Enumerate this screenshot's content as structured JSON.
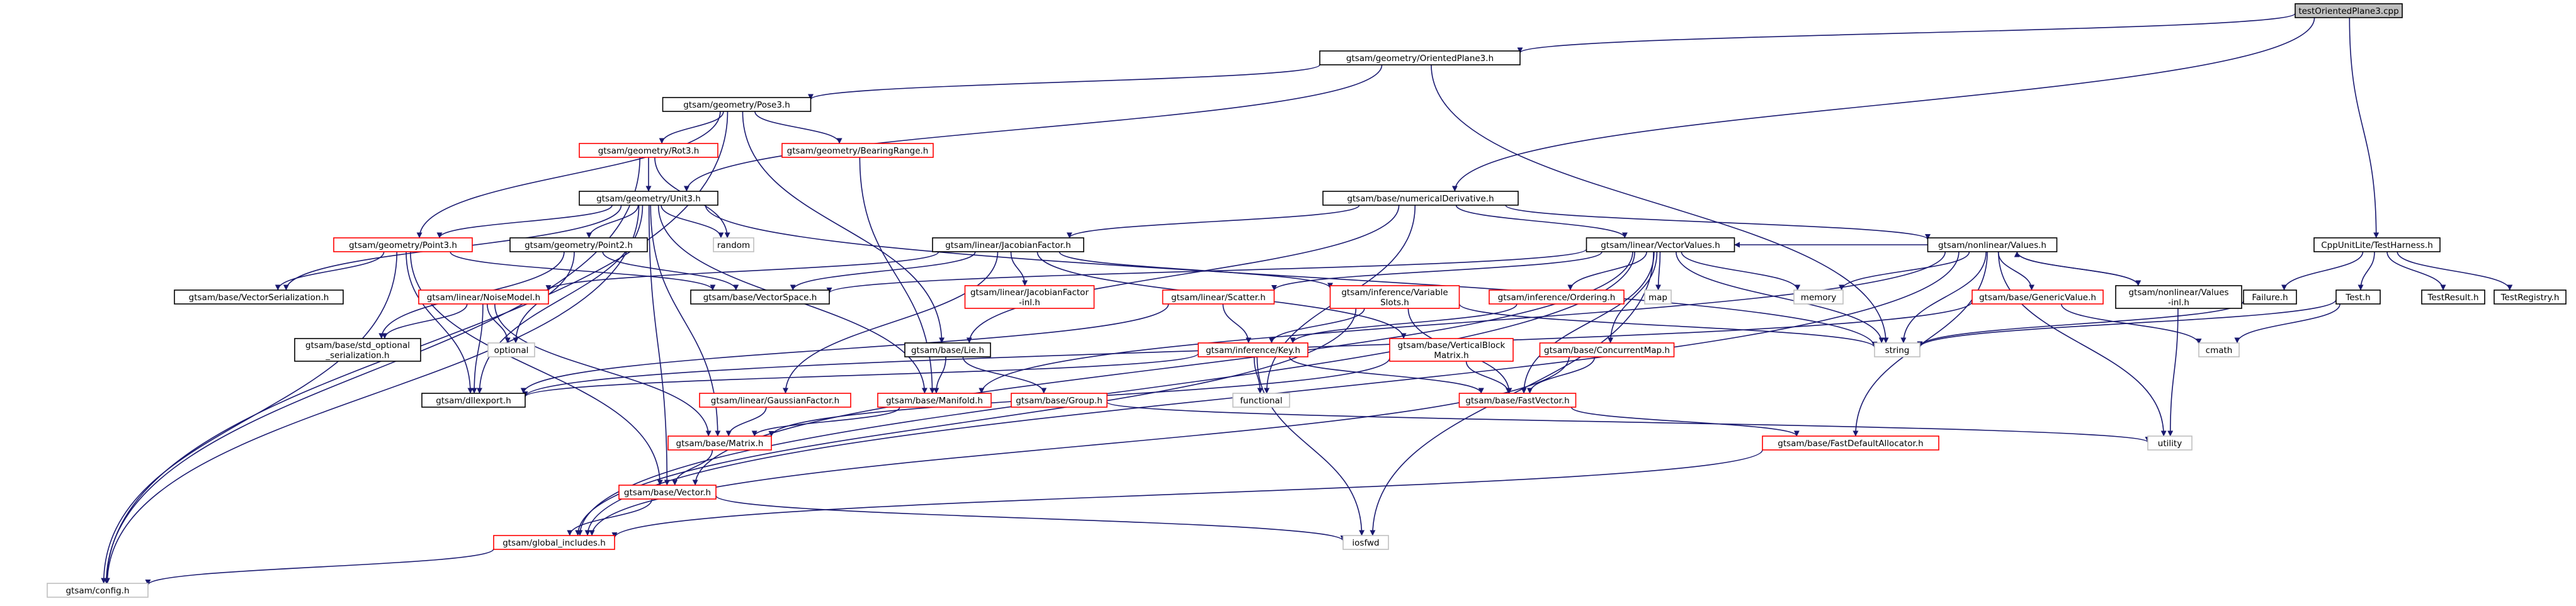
{
  "graph": {
    "root": "testOrientedPlane3.cpp",
    "colors": {
      "edge": "#191970",
      "node_border_documented": "#000000",
      "node_border_undocumented": "#ff0000",
      "node_border_external": "#bfbfbf",
      "root_fill": "#bfbfbf",
      "node_fill": "#ffffff",
      "text": "#000000"
    },
    "nodes": [
      {
        "id": "root",
        "label": "testOrientedPlane3.cpp",
        "kind": "root"
      },
      {
        "id": "orientedplane3",
        "label": "gtsam/geometry/OrientedPlane3.h",
        "kind": "doc"
      },
      {
        "id": "pose3",
        "label": "gtsam/geometry/Pose3.h",
        "kind": "doc"
      },
      {
        "id": "rot3",
        "label": "gtsam/geometry/Rot3.h",
        "kind": "red"
      },
      {
        "id": "bearingrange",
        "label": "gtsam/geometry/BearingRange.h",
        "kind": "red"
      },
      {
        "id": "unit3",
        "label": "gtsam/geometry/Unit3.h",
        "kind": "doc"
      },
      {
        "id": "random",
        "label": "random",
        "kind": "ext"
      },
      {
        "id": "point3",
        "label": "gtsam/geometry/Point3.h",
        "kind": "red"
      },
      {
        "id": "point2",
        "label": "gtsam/geometry/Point2.h",
        "kind": "doc"
      },
      {
        "id": "vectorserialization",
        "label": "gtsam/base/VectorSerialization.h",
        "kind": "doc"
      },
      {
        "id": "vectorspace",
        "label": "gtsam/base/VectorSpace.h",
        "kind": "doc"
      },
      {
        "id": "noisemodel",
        "label": "gtsam/linear/NoiseModel.h",
        "kind": "red"
      },
      {
        "id": "optional",
        "label": "optional",
        "kind": "ext"
      },
      {
        "id": "stdoptional",
        "lines": [
          "gtsam/base/std_optional",
          "_serialization.h"
        ],
        "kind": "doc"
      },
      {
        "id": "dllexport",
        "label": "gtsam/dllexport.h",
        "kind": "doc"
      },
      {
        "id": "numericalderivative",
        "label": "gtsam/base/numericalDerivative.h",
        "kind": "doc"
      },
      {
        "id": "jacobianfactor",
        "label": "gtsam/linear/JacobianFactor.h",
        "kind": "doc"
      },
      {
        "id": "jacobianfactorinl",
        "lines": [
          "gtsam/linear/JacobianFactor",
          "-inl.h"
        ],
        "kind": "red"
      },
      {
        "id": "vectorvalues",
        "label": "gtsam/linear/VectorValues.h",
        "kind": "doc"
      },
      {
        "id": "values",
        "label": "gtsam/nonlinear/Values.h",
        "kind": "doc"
      },
      {
        "id": "scatter",
        "label": "gtsam/linear/Scatter.h",
        "kind": "red"
      },
      {
        "id": "variableslots",
        "lines": [
          "gtsam/inference/Variable",
          "Slots.h"
        ],
        "kind": "red"
      },
      {
        "id": "ordering",
        "label": "gtsam/inference/Ordering.h",
        "kind": "red"
      },
      {
        "id": "map",
        "label": "map",
        "kind": "ext"
      },
      {
        "id": "memory",
        "label": "memory",
        "kind": "ext"
      },
      {
        "id": "genericvalue",
        "label": "gtsam/base/GenericValue.h",
        "kind": "red"
      },
      {
        "id": "valuesinl",
        "lines": [
          "gtsam/nonlinear/Values",
          "-inl.h"
        ],
        "kind": "doc"
      },
      {
        "id": "string",
        "label": "string",
        "kind": "ext"
      },
      {
        "id": "verticalblockmatrix",
        "lines": [
          "gtsam/base/VerticalBlock",
          "Matrix.h"
        ],
        "kind": "red"
      },
      {
        "id": "concurrentmap",
        "label": "gtsam/base/ConcurrentMap.h",
        "kind": "red"
      },
      {
        "id": "lie",
        "label": "gtsam/base/Lie.h",
        "kind": "doc"
      },
      {
        "id": "key",
        "label": "gtsam/inference/Key.h",
        "kind": "red"
      },
      {
        "id": "functional",
        "label": "functional",
        "kind": "ext"
      },
      {
        "id": "gaussianfactor",
        "label": "gtsam/linear/GaussianFactor.h",
        "kind": "red"
      },
      {
        "id": "manifold",
        "label": "gtsam/base/Manifold.h",
        "kind": "red"
      },
      {
        "id": "group",
        "label": "gtsam/base/Group.h",
        "kind": "red"
      },
      {
        "id": "fastvector",
        "label": "gtsam/base/FastVector.h",
        "kind": "red"
      },
      {
        "id": "matrix",
        "label": "gtsam/base/Matrix.h",
        "kind": "red"
      },
      {
        "id": "fastdefaultallocator",
        "label": "gtsam/base/FastDefaultAllocator.h",
        "kind": "red"
      },
      {
        "id": "vector",
        "label": "gtsam/base/Vector.h",
        "kind": "red"
      },
      {
        "id": "globalincludes",
        "label": "gtsam/global_includes.h",
        "kind": "red"
      },
      {
        "id": "iosfwd",
        "label": "iosfwd",
        "kind": "ext"
      },
      {
        "id": "config",
        "label": "gtsam/config.h",
        "kind": "ext"
      },
      {
        "id": "utility",
        "label": "utility",
        "kind": "ext"
      },
      {
        "id": "cmath",
        "label": "cmath",
        "kind": "ext"
      },
      {
        "id": "testharness",
        "label": "CppUnitLite/TestHarness.h",
        "kind": "doc"
      },
      {
        "id": "failure",
        "label": "Failure.h",
        "kind": "doc"
      },
      {
        "id": "testh",
        "label": "Test.h",
        "kind": "doc"
      },
      {
        "id": "testresult",
        "label": "TestResult.h",
        "kind": "doc"
      },
      {
        "id": "testregistry",
        "label": "TestRegistry.h",
        "kind": "doc"
      }
    ],
    "edges": [
      [
        "root",
        "orientedplane3"
      ],
      [
        "root",
        "numericalderivative"
      ],
      [
        "root",
        "testharness"
      ],
      [
        "orientedplane3",
        "pose3"
      ],
      [
        "orientedplane3",
        "unit3"
      ],
      [
        "orientedplane3",
        "string"
      ],
      [
        "pose3",
        "rot3"
      ],
      [
        "pose3",
        "bearingrange"
      ],
      [
        "pose3",
        "point3"
      ],
      [
        "pose3",
        "lie"
      ],
      [
        "pose3",
        "config"
      ],
      [
        "rot3",
        "unit3"
      ],
      [
        "rot3",
        "random"
      ],
      [
        "rot3",
        "config"
      ],
      [
        "bearingrange",
        "manifold"
      ],
      [
        "unit3",
        "point3"
      ],
      [
        "unit3",
        "point2"
      ],
      [
        "unit3",
        "random"
      ],
      [
        "unit3",
        "string"
      ],
      [
        "unit3",
        "vectorserialization"
      ],
      [
        "unit3",
        "dllexport"
      ],
      [
        "unit3",
        "matrix"
      ],
      [
        "unit3",
        "manifold"
      ],
      [
        "unit3",
        "vector"
      ],
      [
        "unit3",
        "config"
      ],
      [
        "point3",
        "vectorspace"
      ],
      [
        "point3",
        "vectorserialization"
      ],
      [
        "point3",
        "vector"
      ],
      [
        "point3",
        "dllexport"
      ],
      [
        "point3",
        "config"
      ],
      [
        "point2",
        "vectorspace"
      ],
      [
        "point2",
        "stdoptional"
      ],
      [
        "point2",
        "optional"
      ],
      [
        "numericalderivative",
        "jacobianfactor"
      ],
      [
        "numericalderivative",
        "vectorvalues"
      ],
      [
        "numericalderivative",
        "values"
      ],
      [
        "numericalderivative",
        "lie"
      ],
      [
        "numericalderivative",
        "functional"
      ],
      [
        "jacobianfactor",
        "jacobianfactorinl"
      ],
      [
        "jacobianfactor",
        "noisemodel"
      ],
      [
        "jacobianfactor",
        "variableslots"
      ],
      [
        "jacobianfactor",
        "verticalblockmatrix"
      ],
      [
        "jacobianfactor",
        "gaussianfactor"
      ],
      [
        "jacobianfactor",
        "vectorspace"
      ],
      [
        "noisemodel",
        "stdoptional"
      ],
      [
        "noisemodel",
        "optional"
      ],
      [
        "noisemodel",
        "dllexport"
      ],
      [
        "noisemodel",
        "matrix"
      ],
      [
        "vectorvalues",
        "scatter"
      ],
      [
        "vectorvalues",
        "ordering"
      ],
      [
        "vectorvalues",
        "map"
      ],
      [
        "vectorvalues",
        "memory"
      ],
      [
        "vectorvalues",
        "string"
      ],
      [
        "vectorvalues",
        "concurrentmap"
      ],
      [
        "vectorvalues",
        "fastvector"
      ],
      [
        "vectorvalues",
        "vector"
      ],
      [
        "vectorvalues",
        "globalincludes"
      ],
      [
        "vectorvalues",
        "iosfwd"
      ],
      [
        "vectorvalues",
        "vectorspace"
      ],
      [
        "values",
        "genericvalue"
      ],
      [
        "values",
        "valuesinl"
      ],
      [
        "values",
        "memory"
      ],
      [
        "values",
        "string"
      ],
      [
        "values",
        "utility"
      ],
      [
        "values",
        "fastdefaultallocator"
      ],
      [
        "values",
        "vectorvalues"
      ],
      [
        "values",
        "manifold"
      ],
      [
        "values",
        "globalincludes"
      ],
      [
        "valuesinl",
        "values"
      ],
      [
        "valuesinl",
        "utility"
      ],
      [
        "genericvalue",
        "cmath"
      ],
      [
        "genericvalue",
        "dllexport"
      ],
      [
        "scatter",
        "key"
      ],
      [
        "scatter",
        "dllexport"
      ],
      [
        "variableslots",
        "key"
      ],
      [
        "variableslots",
        "string"
      ],
      [
        "variableslots",
        "fastvector"
      ],
      [
        "variableslots",
        "globalincludes"
      ],
      [
        "ordering",
        "key"
      ],
      [
        "verticalblockmatrix",
        "fastvector"
      ],
      [
        "verticalblockmatrix",
        "matrix"
      ],
      [
        "concurrentmap",
        "fastvector"
      ],
      [
        "concurrentmap",
        "globalincludes"
      ],
      [
        "lie",
        "manifold"
      ],
      [
        "lie",
        "group"
      ],
      [
        "key",
        "functional"
      ],
      [
        "key",
        "dllexport"
      ],
      [
        "key",
        "fastvector"
      ],
      [
        "key",
        "iosfwd"
      ],
      [
        "gaussianfactor",
        "matrix"
      ],
      [
        "manifold",
        "matrix"
      ],
      [
        "group",
        "utility"
      ],
      [
        "fastvector",
        "fastdefaultallocator"
      ],
      [
        "fastdefaultallocator",
        "globalincludes"
      ],
      [
        "matrix",
        "vector"
      ],
      [
        "vector",
        "globalincludes"
      ],
      [
        "vector",
        "iosfwd"
      ],
      [
        "globalincludes",
        "config"
      ],
      [
        "testharness",
        "failure"
      ],
      [
        "testharness",
        "testh"
      ],
      [
        "testharness",
        "testresult"
      ],
      [
        "testharness",
        "testregistry"
      ],
      [
        "failure",
        "string"
      ],
      [
        "testh",
        "string"
      ],
      [
        "testh",
        "cmath"
      ]
    ]
  }
}
